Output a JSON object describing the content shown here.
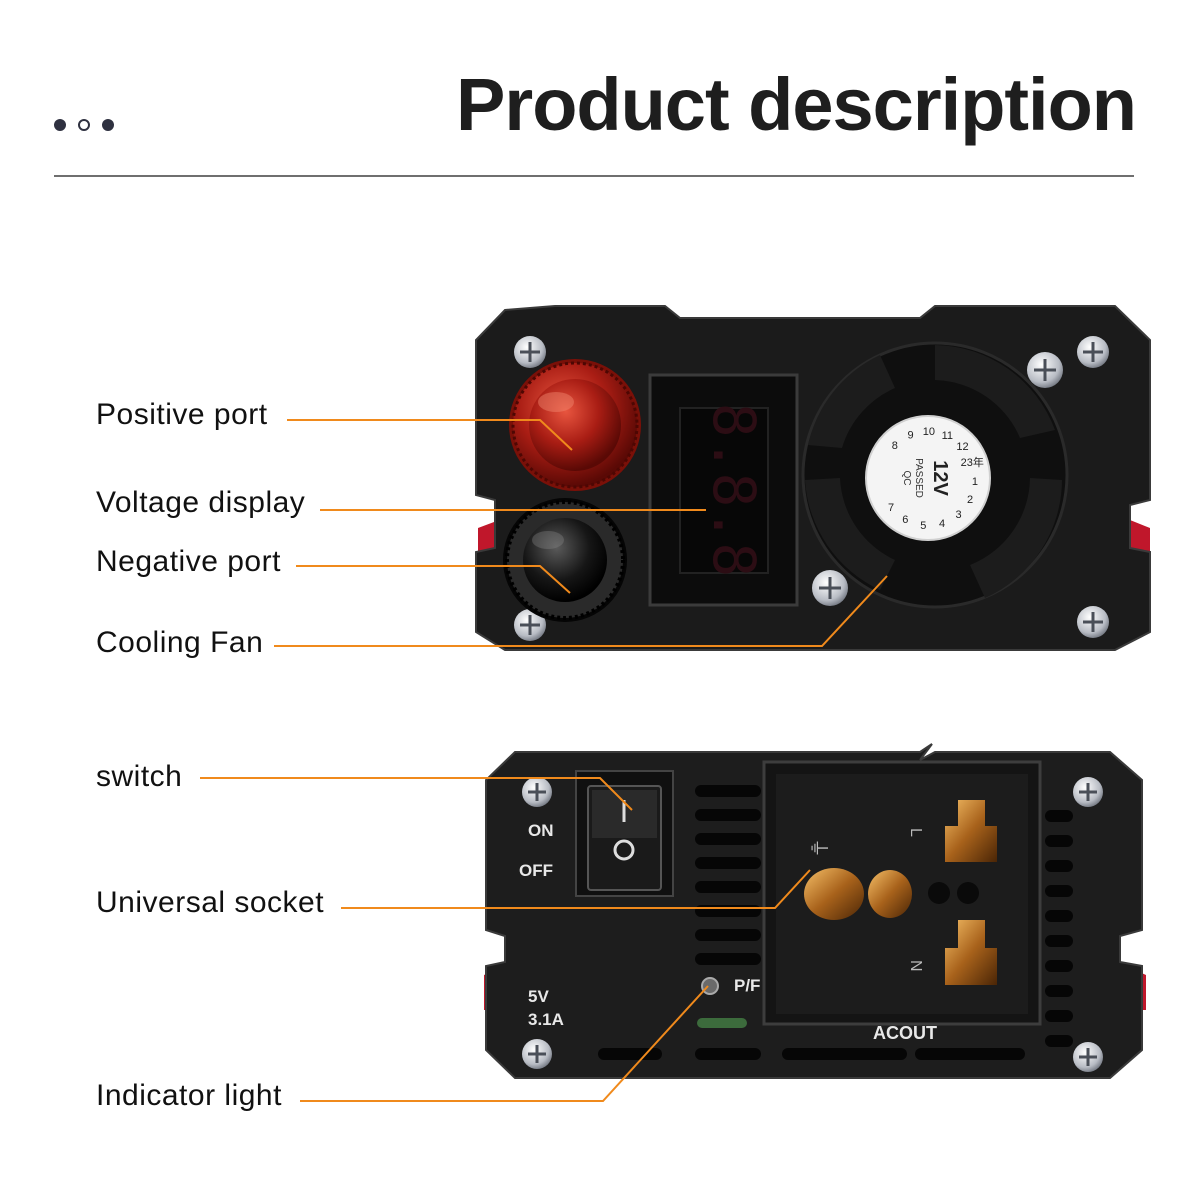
{
  "header": {
    "title": "Product description"
  },
  "callouts": {
    "positive_port": "Positive port",
    "voltage_display": "Voltage display",
    "negative_port": "Negative port",
    "cooling_fan": "Cooling Fan",
    "switch": "switch",
    "universal_socket": "Universal socket",
    "indicator_light": "Indicator light"
  },
  "front_panel": {
    "display_digits": "8.8.8",
    "fan_sticker": {
      "voltage": "12V",
      "lines": [
        "PASSED",
        "QC"
      ],
      "numbers": [
        "8",
        "9",
        "10",
        "11",
        "12",
        "23年",
        "1",
        "2",
        "3",
        "4",
        "5",
        "6",
        "7"
      ]
    }
  },
  "back_panel": {
    "switch_on": "ON",
    "switch_off": "OFF",
    "usb_voltage": "5V",
    "usb_current": "3.1A",
    "indicator_label": "P/F",
    "outlet_label": "ACOUT",
    "pin_l": "L",
    "pin_n": "N",
    "ground_symbol": "⏚"
  },
  "colors": {
    "callout_line": "#f08a1c",
    "panel": "#1b1b1b",
    "accent_red": "#c0172b",
    "text": "#111111"
  }
}
